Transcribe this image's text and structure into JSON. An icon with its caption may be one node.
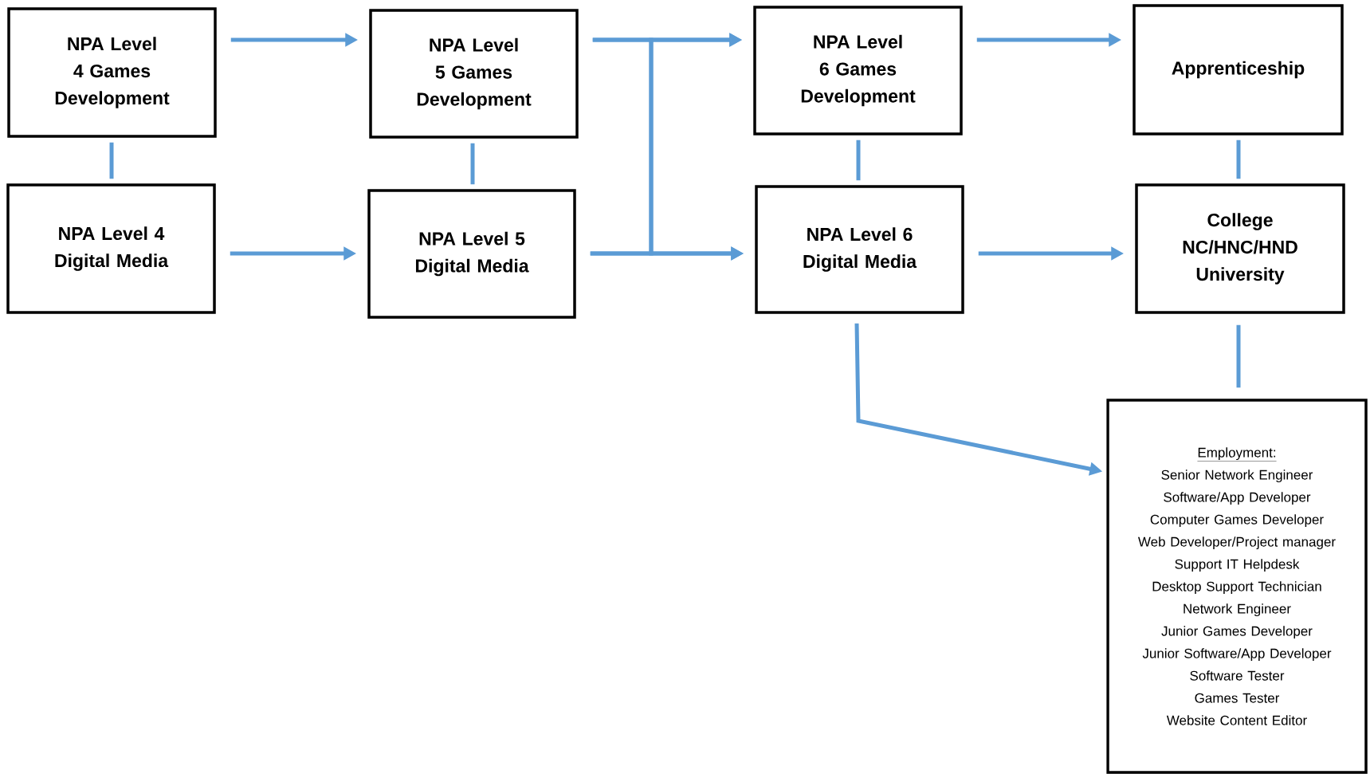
{
  "diagram": {
    "nodes": [
      {
        "text": [
          "NPA Level 4 Games Development"
        ]
      },
      {
        "text": [
          "NPA Level 5 Games Development"
        ]
      },
      {
        "text": [
          "NPA Level 6 Games Development"
        ]
      },
      {
        "text": [
          "Apprenticeship"
        ]
      },
      {
        "text": [
          "NPA Level 4 Digital Media"
        ]
      },
      {
        "text": [
          "NPA Level 5 Digital Media"
        ]
      },
      {
        "text": [
          "NPA Level 6 Digital Media"
        ]
      },
      {
        "text": [
          "College NC/HNC/HND University"
        ]
      },
      {
        "text": [
          "Employment:",
          "Senior Network Engineer",
          "Software/App Developer",
          "Computer Games Developer",
          "Web Developer/Project manager",
          "Support IT Helpdesk",
          "Desktop Support Technician",
          "Network Engineer",
          "Junior Games Developer",
          "Junior Software/App Developer",
          "Software Tester",
          "Games Tester",
          "Website Content Editor"
        ]
      }
    ],
    "edges": [
      {
        "from": 0,
        "to": 1,
        "arrow": "to"
      },
      {
        "from": 4,
        "to": 5,
        "arrow": "to"
      },
      {
        "from": 1,
        "to": 2,
        "arrow": "to"
      },
      {
        "from": 1,
        "to": 6,
        "arrow": "to"
      },
      {
        "from": 5,
        "to": 2,
        "arrow": "to"
      },
      {
        "from": 5,
        "to": 6,
        "arrow": "to"
      },
      {
        "from": 2,
        "to": 3,
        "arrow": "to"
      },
      {
        "from": 6,
        "to": 7,
        "arrow": "to"
      },
      {
        "from": 6,
        "to": 8,
        "arrow": "to"
      },
      {
        "from": 0,
        "to": 4,
        "arrow": "none"
      },
      {
        "from": 1,
        "to": 5,
        "arrow": "none"
      },
      {
        "from": 2,
        "to": 6,
        "arrow": "none"
      },
      {
        "from": 3,
        "to": 7,
        "arrow": "none"
      },
      {
        "from": 7,
        "to": 8,
        "arrow": "none"
      }
    ]
  }
}
